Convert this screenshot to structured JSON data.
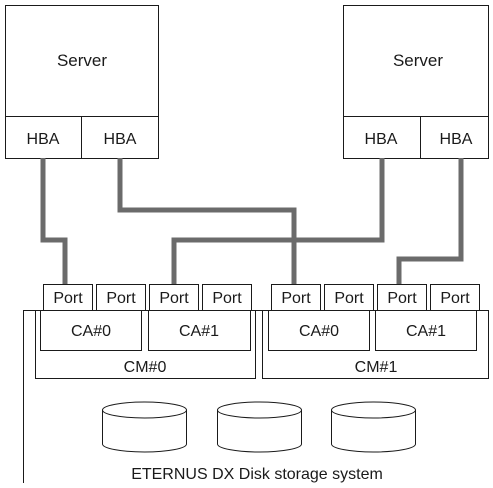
{
  "servers": [
    {
      "label": "Server",
      "hbas": [
        "HBA",
        "HBA"
      ]
    },
    {
      "label": "Server",
      "hbas": [
        "HBA",
        "HBA"
      ]
    }
  ],
  "storage": {
    "title": "ETERNUS DX Disk storage system",
    "controller_modules": [
      {
        "label": "CM#0",
        "channel_adapters": [
          {
            "label": "CA#0",
            "ports": [
              "Port",
              "Port"
            ]
          },
          {
            "label": "CA#1",
            "ports": [
              "Port",
              "Port"
            ]
          }
        ]
      },
      {
        "label": "CM#1",
        "channel_adapters": [
          {
            "label": "CA#0",
            "ports": [
              "Port",
              "Port"
            ]
          },
          {
            "label": "CA#1",
            "ports": [
              "Port",
              "Port"
            ]
          }
        ]
      }
    ],
    "disk_count": 3
  },
  "colors": {
    "cable": "#6b6b6b",
    "line": "#1a1a1a",
    "background": "#ffffff"
  }
}
